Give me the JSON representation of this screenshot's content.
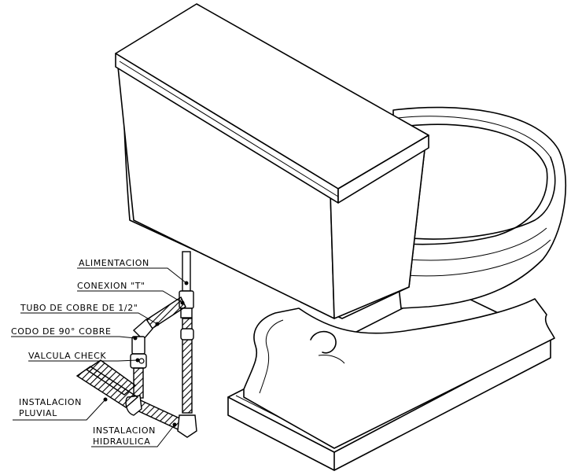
{
  "labels": {
    "alimentacion": "ALIMENTACION",
    "conexion_t": "CONEXION \"T\"",
    "tubo_cobre": "TUBO DE COBRE DE 1/2\"",
    "codo_cobre": "CODO DE 90° COBRE",
    "valvula_check": "VALCULA CHECK",
    "instalacion_pluvial_1": "INSTALACION",
    "instalacion_pluvial_2": "PLUVIAL",
    "instalacion_hidraulica_1": "INSTALACION",
    "instalacion_hidraulica_2": "HIDRAULICA"
  }
}
